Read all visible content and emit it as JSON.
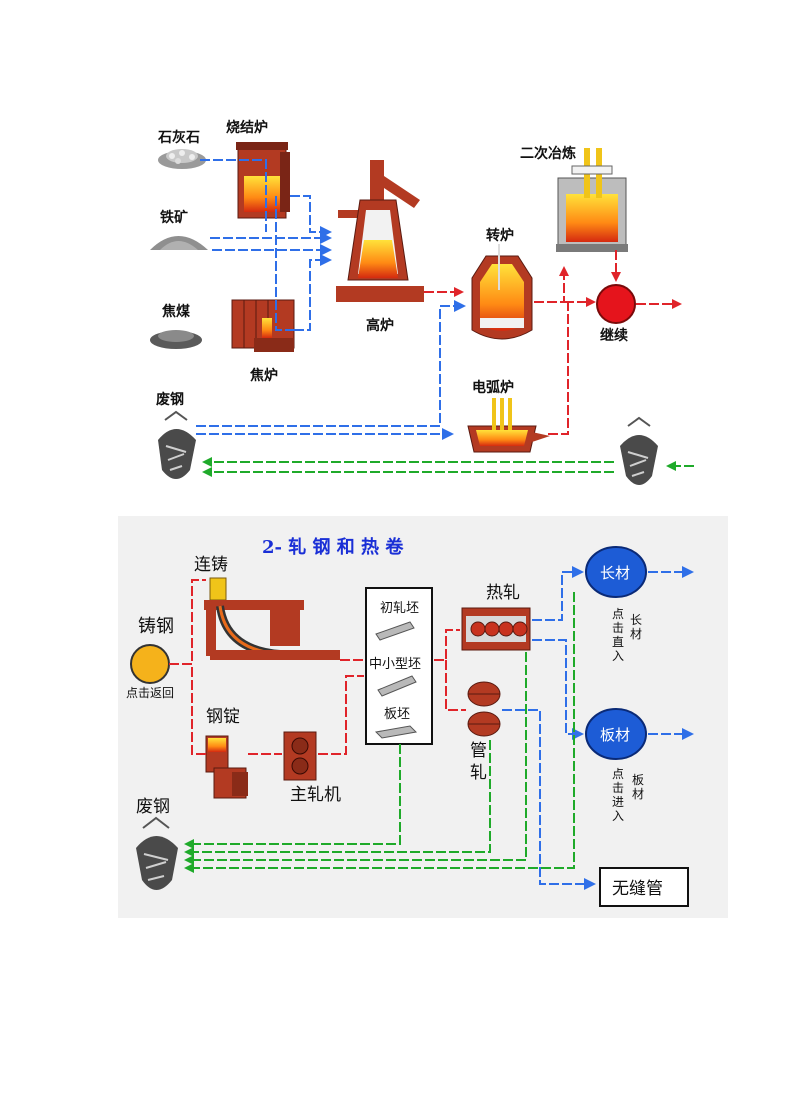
{
  "section1": {
    "labels": {
      "limestone": "石灰石",
      "sinter_furnace": "烧结炉",
      "iron_ore": "铁矿",
      "coking_coal": "焦煤",
      "coke_oven": "焦炉",
      "blast_furnace": "高炉",
      "converter": "转炉",
      "secondary_refining": "二次冶炼",
      "continuous_casting": "继续",
      "electric_arc_furnace": "电弧炉",
      "scrap_steel": "废钢"
    }
  },
  "section2": {
    "title": "2- 轧 钢 和 热 卷",
    "labels": {
      "continuous_casting": "连铸",
      "cast_steel": "铸钢",
      "click_return": "点击返回",
      "ingot": "钢锭",
      "main_mill": "主轧机",
      "bloom": "初轧坯",
      "small_billet": "中小型坯",
      "slab": "板坯",
      "hot_rolling": "热轧",
      "pipe_rolling": "管轧",
      "long_products": "长材",
      "long_click_1": "点击直入",
      "long_click_2": "长材",
      "plate": "板材",
      "plate_click_1": "点击进入",
      "plate_click_2": "板材",
      "scrap_steel": "废钢",
      "seamless_pipe": "无缝管"
    }
  },
  "colors": {
    "red_flow": "#e0242a",
    "blue_flow": "#2f6fe8",
    "green_flow": "#1faa2a",
    "product_node": "#1d5cd6",
    "return_node": "#f5b21b",
    "cast_node": "#e5141c",
    "title": "#1a2fd6",
    "panel_bg": "#f1f1f1"
  }
}
